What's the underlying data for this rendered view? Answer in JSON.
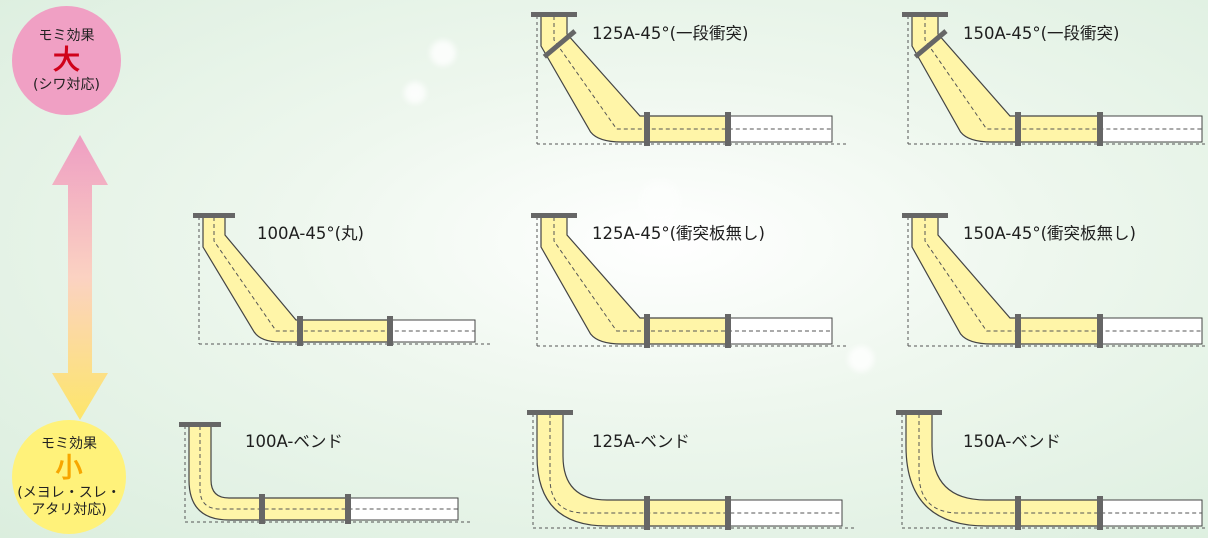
{
  "scale": {
    "high": {
      "line1": "モミ効果",
      "big": "大",
      "line2": "(シワ対応)",
      "color": "#f0a0c4",
      "big_color": "#d0021b"
    },
    "low": {
      "line1": "モミ効果",
      "big": "小",
      "line2": "(メヨレ・スレ・",
      "line3": "アタリ対応)",
      "color": "#fff27a",
      "big_color": "#f7a600"
    }
  },
  "colors": {
    "pipe_fill": "#fff5a8",
    "pipe_stroke": "#444444",
    "flange": "#666666"
  },
  "diagrams": {
    "d125_impact": {
      "label": "125A-45°(一段衝突)"
    },
    "d150_impact": {
      "label": "150A-45°(一段衝突)"
    },
    "d100_round": {
      "label": "100A-45°(丸)"
    },
    "d125_none": {
      "label": "125A-45°(衝突板無し)"
    },
    "d150_none": {
      "label": "150A-45°(衝突板無し)"
    },
    "d100_bend": {
      "label": "100A-ベンド"
    },
    "d125_bend": {
      "label": "125A-ベンド"
    },
    "d150_bend": {
      "label": "150A-ベンド"
    }
  }
}
